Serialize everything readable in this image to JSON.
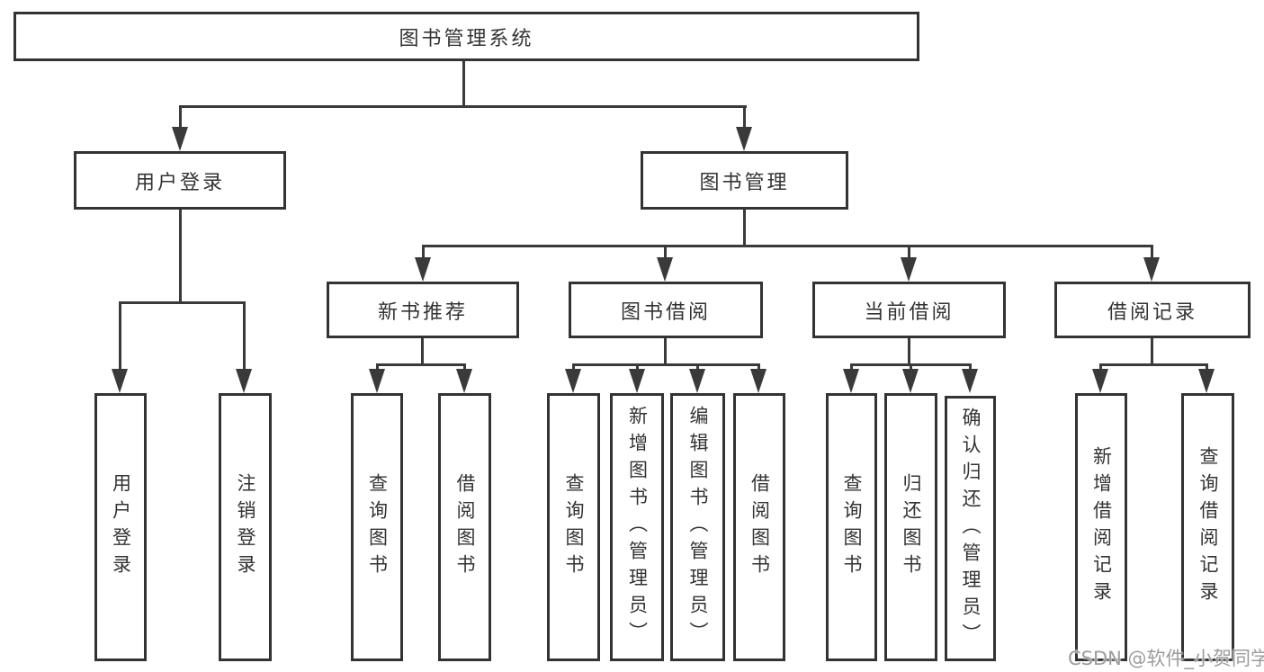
{
  "title": "图书管理系统",
  "colors": {
    "line": "#3a3a3a",
    "box_border": "#333333",
    "text": "#333333",
    "watermark_text": "#9c9c9c",
    "background": "#ffffff"
  },
  "root": {
    "label": "图书管理系统"
  },
  "level2": [
    {
      "label": "用户登录"
    },
    {
      "label": "图书管理"
    }
  ],
  "level3": [
    {
      "label": "新书推荐"
    },
    {
      "label": "图书借阅"
    },
    {
      "label": "当前借阅"
    },
    {
      "label": "借阅记录"
    }
  ],
  "leaves": {
    "user": [
      "用户登录",
      "注销登录"
    ],
    "recommend": [
      "查询图书",
      "借阅图书"
    ],
    "borrow": [
      "查询图书",
      "新增图书（管理员）",
      "编辑图书（管理员）",
      "借阅图书"
    ],
    "current": [
      "查询图书",
      "归还图书",
      "确认归还（管理员）"
    ],
    "records": [
      "新增借阅记录",
      "查询借阅记录"
    ]
  },
  "watermark": "CSDN @软件_小贺同学"
}
